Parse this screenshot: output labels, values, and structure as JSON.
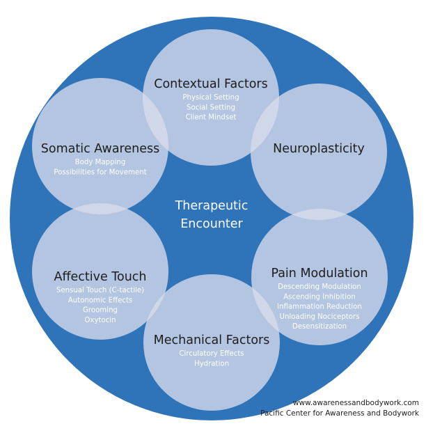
{
  "colors": {
    "background": "#ffffff",
    "big_circle": "#2f74b8",
    "satellite_fill": "#d8dcec",
    "title_text": "#1d1d1d",
    "subtitle_text": "#ffffff",
    "center_text": "#ffffff"
  },
  "center": {
    "lines": [
      "Therapeutic",
      "Encounter"
    ]
  },
  "nodes": [
    {
      "id": "contextual-factors",
      "title": "Contextual Factors",
      "items": [
        "Physical Setting",
        "Social Setting",
        "Client Mindset"
      ]
    },
    {
      "id": "neuroplasticity",
      "title": "Neuroplasticity",
      "items": []
    },
    {
      "id": "pain-modulation",
      "title": "Pain Modulation",
      "items": [
        "Descending Modulation",
        "Ascending Inhibition",
        "Inflammation Reduction",
        "Unloading Nociceptors",
        "Desensitization"
      ]
    },
    {
      "id": "mechanical-factors",
      "title": "Mechanical Factors",
      "items": [
        "Circulatory Effects",
        "Hydration"
      ]
    },
    {
      "id": "affective-touch",
      "title": "Affective Touch",
      "items": [
        "Sensual Touch (C-tactile)",
        "Autonomic Effects",
        "Grooming",
        "Oxytocin"
      ]
    },
    {
      "id": "somatic-awareness",
      "title": "Somatic Awareness",
      "items": [
        "Body Mapping",
        "Possibilities for Movement"
      ]
    }
  ],
  "footer": {
    "url": "www.awarenessandbodywork.com",
    "org": "Pacific Center for Awareness and Bodywork"
  }
}
